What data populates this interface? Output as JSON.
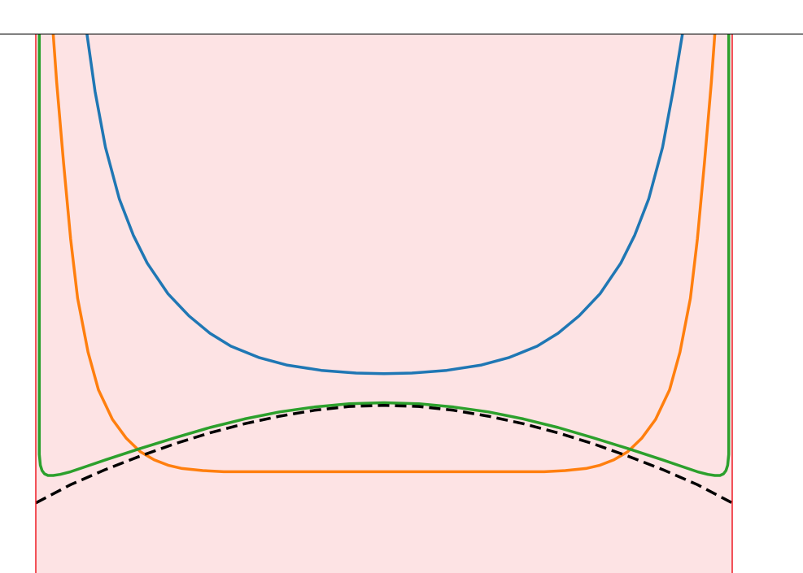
{
  "chart_data": {
    "type": "line",
    "title": "",
    "xlabel": "",
    "ylabel": "",
    "grid": false,
    "legend": "none",
    "xlim": [
      -1,
      1
    ],
    "ylim": [
      0,
      1
    ],
    "region": {
      "name": "",
      "x_range": [
        -1,
        1
      ],
      "fill_color": "#fde3e4",
      "boundary_color": "#ee1b24"
    },
    "colors": {
      "s1": "#1f77b4",
      "s2": "#ff7f0e",
      "s3": "#2ca02c",
      "dashed": "#000000",
      "top_axis": "#000000"
    },
    "series": [
      {
        "color_key": "s1",
        "style": "solid",
        "x": [
          -0.853,
          -0.83,
          -0.8,
          -0.76,
          -0.72,
          -0.68,
          -0.62,
          -0.56,
          -0.5,
          -0.44,
          -0.36,
          -0.28,
          -0.18,
          -0.08,
          0.0,
          0.08,
          0.18,
          0.28,
          0.36,
          0.44,
          0.5,
          0.56,
          0.62,
          0.68,
          0.72,
          0.76,
          0.8,
          0.83,
          0.857
        ],
        "y": [
          1.0,
          0.894,
          0.79,
          0.694,
          0.627,
          0.575,
          0.518,
          0.477,
          0.445,
          0.421,
          0.4,
          0.386,
          0.376,
          0.371,
          0.37,
          0.371,
          0.376,
          0.386,
          0.4,
          0.421,
          0.445,
          0.477,
          0.518,
          0.575,
          0.627,
          0.694,
          0.79,
          0.894,
          1.0
        ]
      },
      {
        "color_key": "s2",
        "style": "solid",
        "x": [
          -0.95,
          -0.94,
          -0.92,
          -0.9,
          -0.88,
          -0.85,
          -0.82,
          -0.78,
          -0.74,
          -0.7,
          -0.66,
          -0.62,
          -0.58,
          -0.52,
          -0.46,
          -0.4,
          -0.3,
          -0.2,
          -0.1,
          0.0,
          0.1,
          0.2,
          0.3,
          0.4,
          0.46,
          0.52,
          0.58,
          0.62,
          0.66,
          0.7,
          0.74,
          0.78,
          0.82,
          0.85,
          0.88,
          0.9,
          0.92,
          0.94,
          0.95
        ],
        "y": [
          1.0,
          0.91,
          0.76,
          0.62,
          0.51,
          0.41,
          0.34,
          0.285,
          0.25,
          0.225,
          0.21,
          0.2,
          0.194,
          0.19,
          0.188,
          0.188,
          0.188,
          0.188,
          0.188,
          0.188,
          0.188,
          0.188,
          0.188,
          0.188,
          0.188,
          0.19,
          0.194,
          0.2,
          0.21,
          0.225,
          0.25,
          0.285,
          0.34,
          0.41,
          0.51,
          0.62,
          0.76,
          0.91,
          1.0
        ]
      },
      {
        "color_key": "s3",
        "style": "solid",
        "x": [
          -0.99,
          -0.99,
          -0.987,
          -0.982,
          -0.975,
          -0.965,
          -0.95,
          -0.93,
          -0.9,
          -0.85,
          -0.8,
          -0.7,
          -0.6,
          -0.5,
          -0.4,
          -0.3,
          -0.2,
          -0.1,
          0.0,
          0.1,
          0.2,
          0.3,
          0.4,
          0.5,
          0.6,
          0.7,
          0.8,
          0.85,
          0.9,
          0.93,
          0.95,
          0.965,
          0.975,
          0.982,
          0.987,
          0.99,
          0.99
        ],
        "y": [
          1.0,
          0.22,
          0.2,
          0.19,
          0.184,
          0.181,
          0.181,
          0.183,
          0.188,
          0.199,
          0.21,
          0.231,
          0.251,
          0.27,
          0.286,
          0.299,
          0.308,
          0.314,
          0.316,
          0.314,
          0.308,
          0.299,
          0.286,
          0.27,
          0.251,
          0.231,
          0.21,
          0.199,
          0.188,
          0.183,
          0.181,
          0.181,
          0.184,
          0.19,
          0.2,
          0.22,
          1.0
        ]
      },
      {
        "color_key": "dashed",
        "style": "dashed",
        "x": [
          -1.0,
          -0.9,
          -0.8,
          -0.7,
          -0.6,
          -0.5,
          -0.4,
          -0.3,
          -0.2,
          -0.1,
          0.0,
          0.1,
          0.2,
          0.3,
          0.4,
          0.5,
          0.6,
          0.7,
          0.8,
          0.9,
          1.0
        ],
        "y": [
          0.13,
          0.164,
          0.192,
          0.217,
          0.24,
          0.26,
          0.277,
          0.291,
          0.302,
          0.309,
          0.311,
          0.309,
          0.302,
          0.291,
          0.277,
          0.26,
          0.24,
          0.217,
          0.192,
          0.164,
          0.13
        ]
      }
    ]
  }
}
